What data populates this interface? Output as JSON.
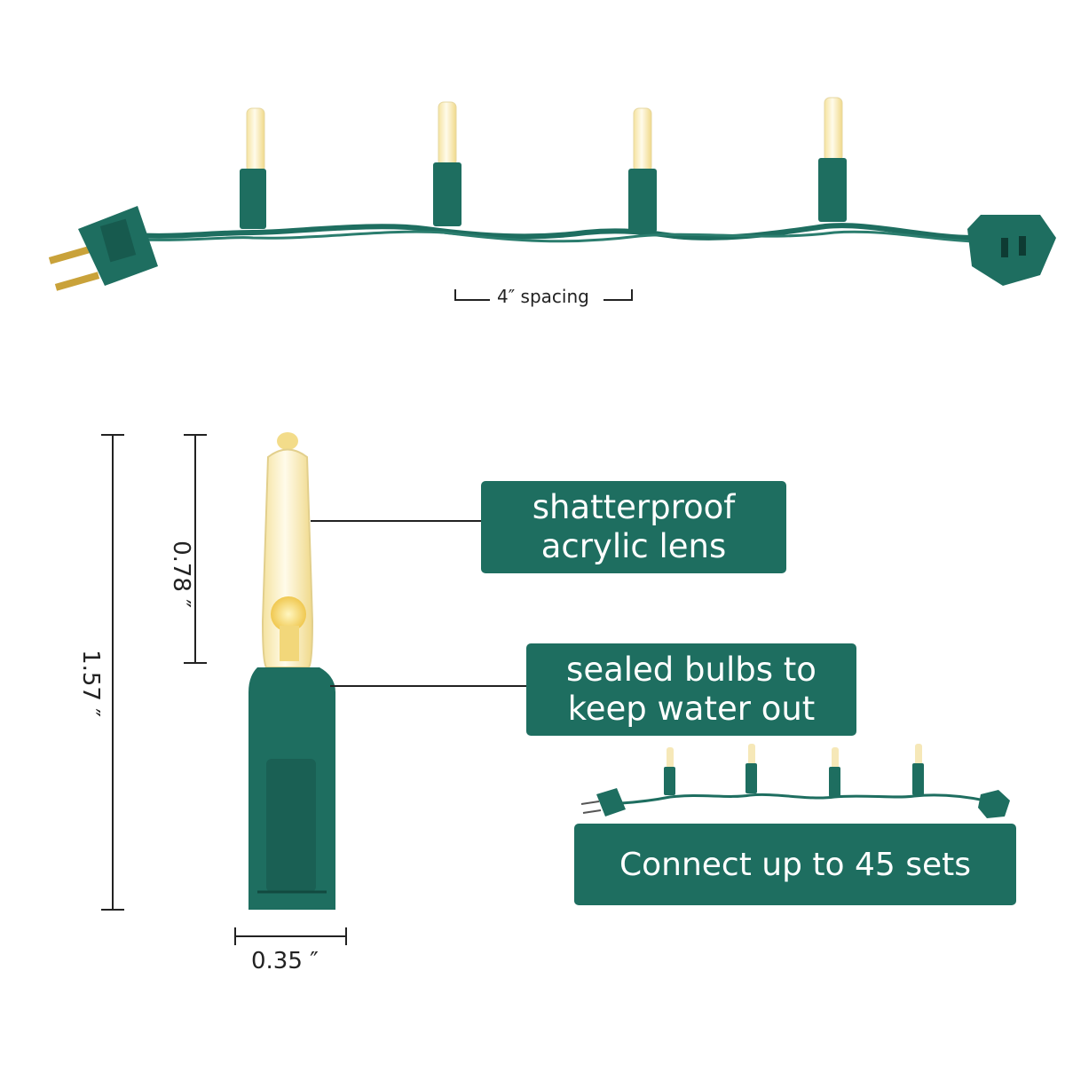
{
  "callouts": {
    "lens": [
      "shatterproof",
      "acrylic lens"
    ],
    "sealed": [
      "sealed bulbs to",
      "keep water out"
    ],
    "connect": "Connect up to 45 sets"
  },
  "dimensions": {
    "spacing": "4″ spacing",
    "total_height": "1.57 ″",
    "lens_height": "0.78 ″",
    "width": "0.35 ″"
  },
  "colors": {
    "wire_green": "#1e6e60",
    "bulb_glow": "#f3dc8a",
    "callout_bg": "#1e6e60",
    "dimension_line": "#222222"
  }
}
